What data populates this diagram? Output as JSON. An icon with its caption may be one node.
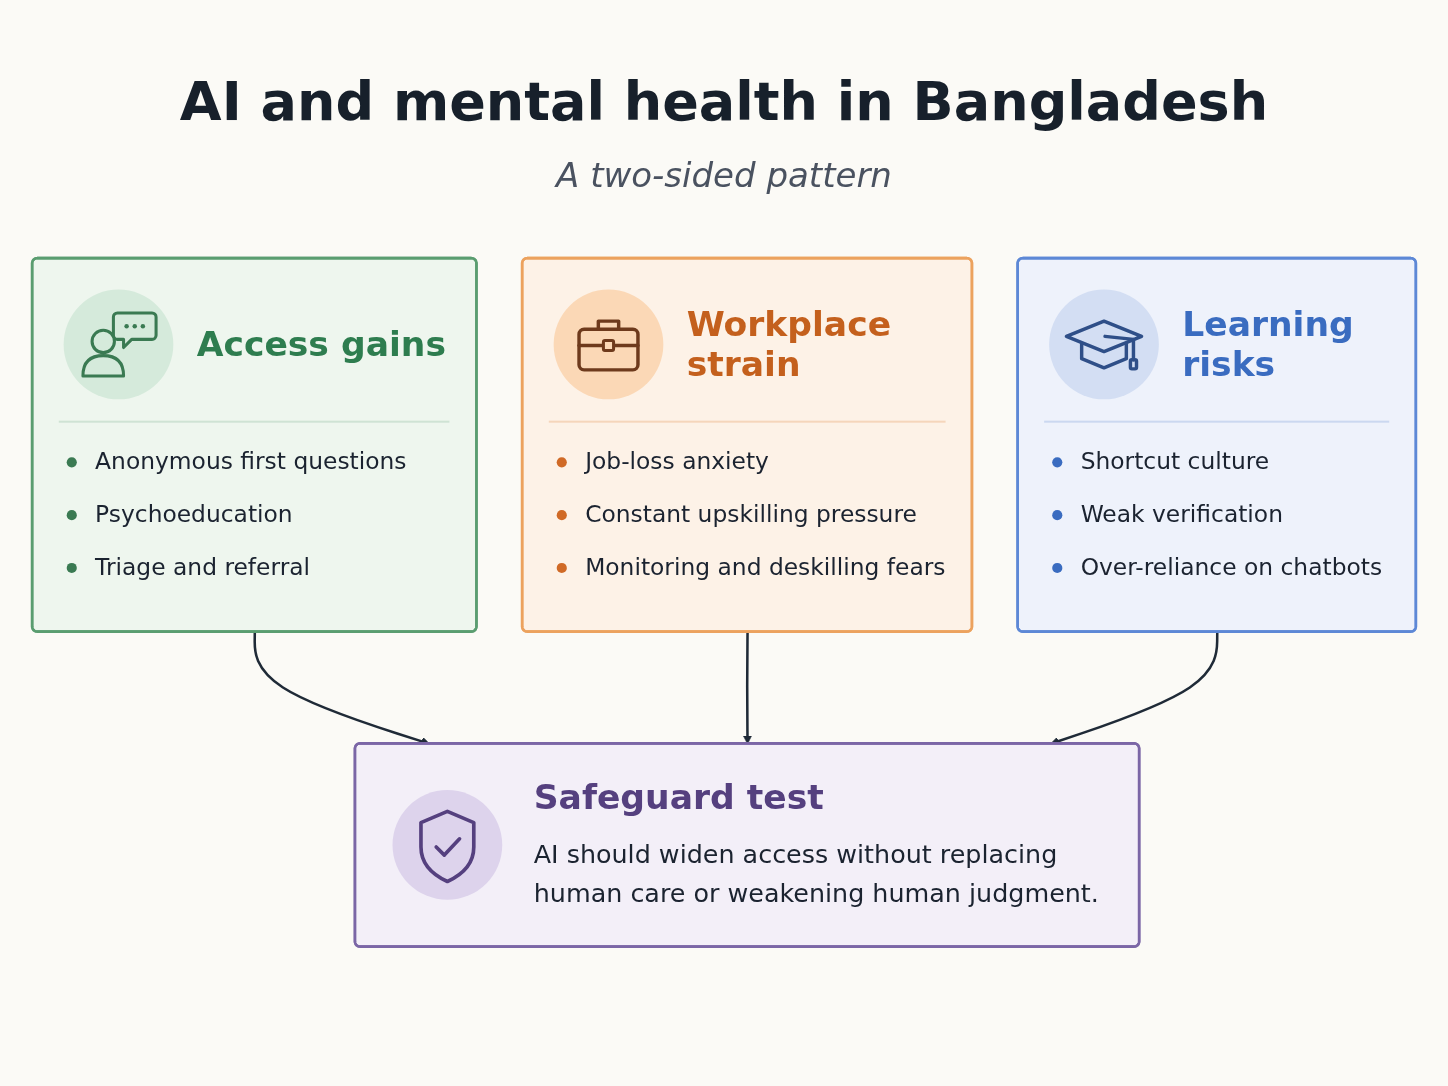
{
  "diagram": {
    "title": "AI and mental health in Bangladesh",
    "nodes": [
      {
        "text": [
          "Access gains",
          "Anonymous first questions",
          "Psychoeducation",
          "Triage and referral"
        ]
      },
      {
        "text": [
          "Workplace strain",
          "Job-loss anxiety",
          "Constant upskilling pressure",
          "Monitoring and deskilling fears"
        ]
      },
      {
        "text": [
          "Learning risks",
          "Shortcut culture",
          "Weak verification",
          "Over-reliance on chatbots"
        ]
      },
      {
        "text": [
          "Safeguard test",
          "AI should widen access without replacing human care or weakening human judgment."
        ]
      }
    ],
    "edges": [
      {
        "from": 0,
        "to": 3,
        "arrow": "to"
      },
      {
        "from": 1,
        "to": 3,
        "arrow": "to"
      },
      {
        "from": 2,
        "to": 3,
        "arrow": "to"
      }
    ],
    "labels": [
      "A two-sided pattern"
    ]
  }
}
